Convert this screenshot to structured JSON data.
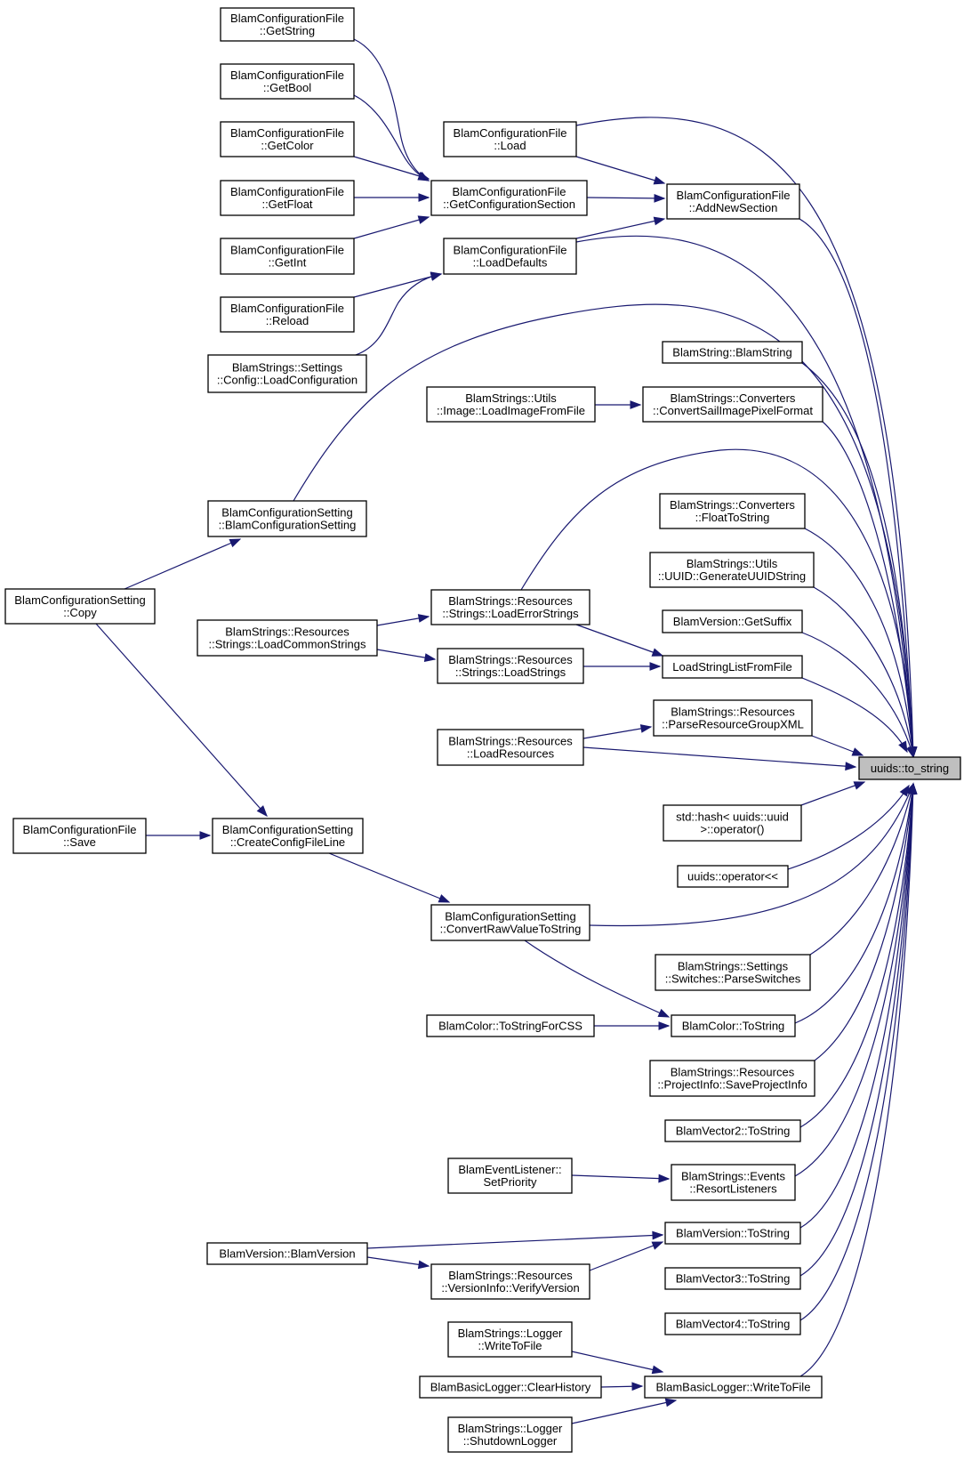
{
  "graph": {
    "target": "uuids::to_string",
    "nodes": [
      {
        "id": "to_string",
        "lines": [
          "uuids::to_string"
        ],
        "target": true
      },
      {
        "id": "cf_getstring",
        "lines": [
          "BlamConfigurationFile",
          "::GetString"
        ]
      },
      {
        "id": "cf_getbool",
        "lines": [
          "BlamConfigurationFile",
          "::GetBool"
        ]
      },
      {
        "id": "cf_getcolor",
        "lines": [
          "BlamConfigurationFile",
          "::GetColor"
        ]
      },
      {
        "id": "cf_getfloat",
        "lines": [
          "BlamConfigurationFile",
          "::GetFloat"
        ]
      },
      {
        "id": "cf_getint",
        "lines": [
          "BlamConfigurationFile",
          "::GetInt"
        ]
      },
      {
        "id": "cf_reload",
        "lines": [
          "BlamConfigurationFile",
          "::Reload"
        ]
      },
      {
        "id": "settings_loadconfig",
        "lines": [
          "BlamStrings::Settings",
          "::Config::LoadConfiguration"
        ]
      },
      {
        "id": "cf_load",
        "lines": [
          "BlamConfigurationFile",
          "::Load"
        ]
      },
      {
        "id": "cf_getconfigsection",
        "lines": [
          "BlamConfigurationFile",
          "::GetConfigurationSection"
        ]
      },
      {
        "id": "cf_loaddefaults",
        "lines": [
          "BlamConfigurationFile",
          "::LoadDefaults"
        ]
      },
      {
        "id": "cf_addnewsection",
        "lines": [
          "BlamConfigurationFile",
          "::AddNewSection"
        ]
      },
      {
        "id": "blamstring",
        "lines": [
          "BlamString::BlamString"
        ]
      },
      {
        "id": "utils_loadimage",
        "lines": [
          "BlamStrings::Utils",
          "::Image::LoadImageFromFile"
        ]
      },
      {
        "id": "conv_sail",
        "lines": [
          "BlamStrings::Converters",
          "::ConvertSailImagePixelFormat"
        ]
      },
      {
        "id": "cs_ctor",
        "lines": [
          "BlamConfigurationSetting",
          "::BlamConfigurationSetting"
        ]
      },
      {
        "id": "conv_float",
        "lines": [
          "BlamStrings::Converters",
          "::FloatToString"
        ]
      },
      {
        "id": "utils_uuid",
        "lines": [
          "BlamStrings::Utils",
          "::UUID::GenerateUUIDString"
        ]
      },
      {
        "id": "cs_copy",
        "lines": [
          "BlamConfigurationSetting",
          "::Copy"
        ]
      },
      {
        "id": "res_loaderror",
        "lines": [
          "BlamStrings::Resources",
          "::Strings::LoadErrorStrings"
        ]
      },
      {
        "id": "version_getsuffix",
        "lines": [
          "BlamVersion::GetSuffix"
        ]
      },
      {
        "id": "res_loadcommon",
        "lines": [
          "BlamStrings::Resources",
          "::Strings::LoadCommonStrings"
        ]
      },
      {
        "id": "res_loadstrings",
        "lines": [
          "BlamStrings::Resources",
          "::Strings::LoadStrings"
        ]
      },
      {
        "id": "loadstringlist",
        "lines": [
          "LoadStringListFromFile"
        ]
      },
      {
        "id": "res_parsexml",
        "lines": [
          "BlamStrings::Resources",
          "::ParseResourceGroupXML"
        ]
      },
      {
        "id": "res_loadresources",
        "lines": [
          "BlamStrings::Resources",
          "::LoadResources"
        ]
      },
      {
        "id": "std_hash",
        "lines": [
          "std::hash< uuids::uuid",
          " >::operator()"
        ]
      },
      {
        "id": "cf_save",
        "lines": [
          "BlamConfigurationFile",
          "::Save"
        ]
      },
      {
        "id": "cs_createline",
        "lines": [
          "BlamConfigurationSetting",
          "::CreateConfigFileLine"
        ]
      },
      {
        "id": "uuids_op",
        "lines": [
          "uuids::operator<<"
        ]
      },
      {
        "id": "cs_convertraw",
        "lines": [
          "BlamConfigurationSetting",
          "::ConvertRawValueToString"
        ]
      },
      {
        "id": "settings_parseswitches",
        "lines": [
          "BlamStrings::Settings",
          "::Switches::ParseSwitches"
        ]
      },
      {
        "id": "color_css",
        "lines": [
          "BlamColor::ToStringForCSS"
        ]
      },
      {
        "id": "color_tostring",
        "lines": [
          "BlamColor::ToString"
        ]
      },
      {
        "id": "res_saveproject",
        "lines": [
          "BlamStrings::Resources",
          "::ProjectInfo::SaveProjectInfo"
        ]
      },
      {
        "id": "vector2",
        "lines": [
          "BlamVector2::ToString"
        ]
      },
      {
        "id": "evt_setpriority",
        "lines": [
          "BlamEventListener::",
          "SetPriority"
        ]
      },
      {
        "id": "evt_resort",
        "lines": [
          "BlamStrings::Events",
          "::ResortListeners"
        ]
      },
      {
        "id": "version_tostring",
        "lines": [
          "BlamVersion::ToString"
        ]
      },
      {
        "id": "version_ctor",
        "lines": [
          "BlamVersion::BlamVersion"
        ]
      },
      {
        "id": "res_verifyversion",
        "lines": [
          "BlamStrings::Resources",
          "::VersionInfo::VerifyVersion"
        ]
      },
      {
        "id": "vector3",
        "lines": [
          "BlamVector3::ToString"
        ]
      },
      {
        "id": "vector4",
        "lines": [
          "BlamVector4::ToString"
        ]
      },
      {
        "id": "logger_writetofile",
        "lines": [
          "BlamStrings::Logger",
          "::WriteToFile"
        ]
      },
      {
        "id": "basiclogger_clear",
        "lines": [
          "BlamBasicLogger::ClearHistory"
        ]
      },
      {
        "id": "basiclogger_write",
        "lines": [
          "BlamBasicLogger::WriteToFile"
        ]
      },
      {
        "id": "logger_shutdown",
        "lines": [
          "BlamStrings::Logger",
          "::ShutdownLogger"
        ]
      }
    ],
    "edges": [
      {
        "from": "cf_getstring",
        "to": "cf_getconfigsection"
      },
      {
        "from": "cf_getbool",
        "to": "cf_getconfigsection"
      },
      {
        "from": "cf_getcolor",
        "to": "cf_getconfigsection"
      },
      {
        "from": "cf_getfloat",
        "to": "cf_getconfigsection"
      },
      {
        "from": "cf_getint",
        "to": "cf_getconfigsection"
      },
      {
        "from": "cf_reload",
        "to": "cf_loaddefaults"
      },
      {
        "from": "settings_loadconfig",
        "to": "cf_loaddefaults"
      },
      {
        "from": "cf_load",
        "to": "cf_addnewsection"
      },
      {
        "from": "cf_getconfigsection",
        "to": "cf_addnewsection"
      },
      {
        "from": "cf_loaddefaults",
        "to": "cf_addnewsection"
      },
      {
        "from": "utils_loadimage",
        "to": "conv_sail"
      },
      {
        "from": "cs_copy",
        "to": "cs_ctor"
      },
      {
        "from": "res_loadcommon",
        "to": "res_loaderror"
      },
      {
        "from": "res_loadcommon",
        "to": "res_loadstrings"
      },
      {
        "from": "res_loaderror",
        "to": "loadstringlist"
      },
      {
        "from": "res_loadstrings",
        "to": "loadstringlist"
      },
      {
        "from": "res_loadresources",
        "to": "res_parsexml"
      },
      {
        "from": "cs_copy",
        "to": "cs_createline"
      },
      {
        "from": "cf_save",
        "to": "cs_createline"
      },
      {
        "from": "cs_createline",
        "to": "cs_convertraw"
      },
      {
        "from": "cs_convertraw",
        "to": "color_tostring"
      },
      {
        "from": "color_css",
        "to": "color_tostring"
      },
      {
        "from": "evt_setpriority",
        "to": "evt_resort"
      },
      {
        "from": "version_ctor",
        "to": "version_tostring"
      },
      {
        "from": "version_ctor",
        "to": "res_verifyversion"
      },
      {
        "from": "res_verifyversion",
        "to": "version_tostring"
      },
      {
        "from": "logger_writetofile",
        "to": "basiclogger_write"
      },
      {
        "from": "basiclogger_clear",
        "to": "basiclogger_write"
      },
      {
        "from": "logger_shutdown",
        "to": "basiclogger_write"
      },
      {
        "from": "cf_load",
        "to": "to_string"
      },
      {
        "from": "cf_addnewsection",
        "to": "to_string"
      },
      {
        "from": "cf_loaddefaults",
        "to": "to_string"
      },
      {
        "from": "cs_ctor",
        "to": "to_string"
      },
      {
        "from": "blamstring",
        "to": "to_string"
      },
      {
        "from": "conv_sail",
        "to": "to_string"
      },
      {
        "from": "res_loaderror",
        "to": "to_string"
      },
      {
        "from": "conv_float",
        "to": "to_string"
      },
      {
        "from": "utils_uuid",
        "to": "to_string"
      },
      {
        "from": "version_getsuffix",
        "to": "to_string"
      },
      {
        "from": "loadstringlist",
        "to": "to_string"
      },
      {
        "from": "res_parsexml",
        "to": "to_string"
      },
      {
        "from": "res_loadresources",
        "to": "to_string"
      },
      {
        "from": "std_hash",
        "to": "to_string"
      },
      {
        "from": "uuids_op",
        "to": "to_string"
      },
      {
        "from": "cs_convertraw",
        "to": "to_string"
      },
      {
        "from": "settings_parseswitches",
        "to": "to_string"
      },
      {
        "from": "color_tostring",
        "to": "to_string"
      },
      {
        "from": "res_saveproject",
        "to": "to_string"
      },
      {
        "from": "vector2",
        "to": "to_string"
      },
      {
        "from": "evt_resort",
        "to": "to_string"
      },
      {
        "from": "version_tostring",
        "to": "to_string"
      },
      {
        "from": "vector3",
        "to": "to_string"
      },
      {
        "from": "vector4",
        "to": "to_string"
      },
      {
        "from": "basiclogger_write",
        "to": "to_string"
      }
    ]
  }
}
